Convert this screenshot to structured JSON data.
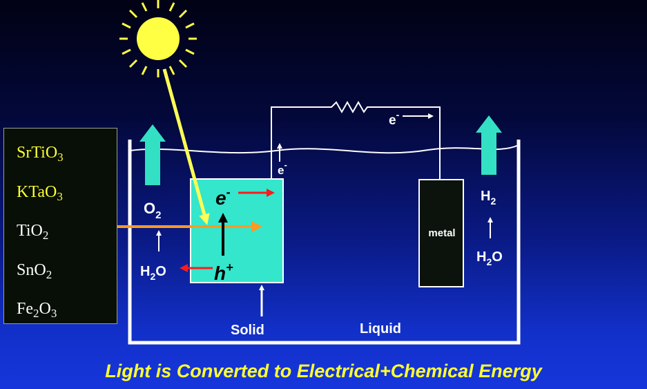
{
  "materials": [
    {
      "base": "SrTiO",
      "sub": "3",
      "tail": "",
      "color": "#ffff33"
    },
    {
      "base": "KTaO",
      "sub": "3",
      "tail": "",
      "color": "#ffff33"
    },
    {
      "base": "TiO",
      "sub": "2",
      "tail": "",
      "color": "#ffffff"
    },
    {
      "base": "SnO",
      "sub": "2",
      "tail": "",
      "color": "#ffffff"
    },
    {
      "base": "Fe",
      "sub": "2",
      "tail": "O",
      "sub2": "3",
      "color": "#ffffff"
    }
  ],
  "labels": {
    "o2": "O",
    "o2_sub": "2",
    "h2o_left": "H",
    "h2o_left_sub": "2",
    "h2o_left_tail": "O",
    "h2": "H",
    "h2_sub": "2",
    "h2o_right": "H",
    "h2o_right_sub": "2",
    "h2o_right_tail": "O",
    "electron": "e",
    "electron_sup": "-",
    "hole": "h",
    "hole_sup": "+",
    "wire_electron": "e",
    "wire_electron_sup": "-",
    "rise_electron": "e",
    "rise_electron_sup": "-",
    "metal": "metal",
    "solid": "Solid",
    "liquid": "Liquid"
  },
  "caption": "Light is Converted to Electrical+Chemical Energy",
  "colors": {
    "sun": "#ffff44",
    "ray": "#ffff55",
    "light_beam": "#ff9922",
    "gas_arrow": "#33e0c4",
    "semiconductor": "#33e6cc",
    "metal": "#0c120c",
    "red_arrow": "#ff1a1a",
    "caption": "#ffff33"
  }
}
